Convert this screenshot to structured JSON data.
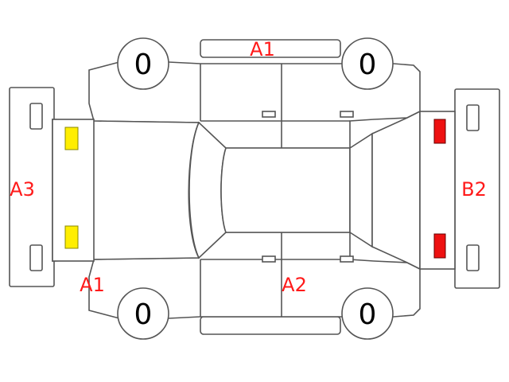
{
  "colors": {
    "damage_code": "#ff1a1a",
    "headlight": "#ffee00",
    "taillight": "#ee1111",
    "outline": "#555555"
  },
  "labels": {
    "roof_right": "A1",
    "front_bumper": "A3",
    "front_left_fender": "A1",
    "left_rear_door": "A2",
    "rear_bumper": "B2"
  },
  "tires": {
    "front_right": "0",
    "rear_right": "0",
    "front_left": "0",
    "rear_left": "0"
  }
}
